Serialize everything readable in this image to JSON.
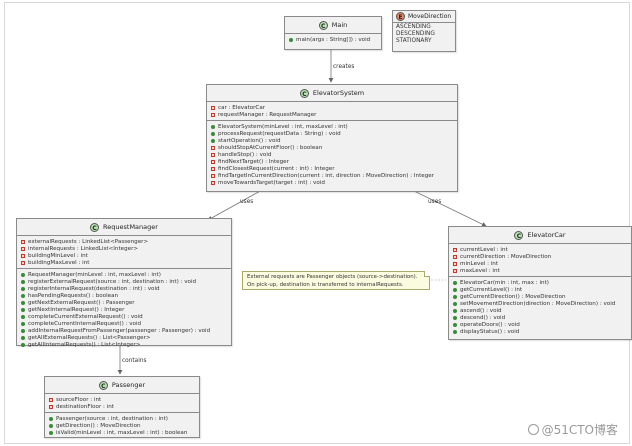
{
  "classes": {
    "main": {
      "name": "Main",
      "methods": [
        "main(args : String[]) : void"
      ]
    },
    "elevator_system": {
      "name": "ElevatorSystem",
      "fields": [
        "car : ElevatorCar",
        "requestManager : RequestManager"
      ],
      "methods": [
        "ElevatorSystem(minLevel : int, maxLevel : int)",
        "processRequest(requestData : String) : void",
        "startOperation() : void",
        "shouldStopAtCurrentFloor() : boolean",
        "handleStop() : void",
        "findNextTarget() : Integer",
        "findClosestRequest(current : int) : Integer",
        "findTargetInCurrentDirection(current : int, direction : MoveDirection) : Integer",
        "moveTowardsTarget(target : int) : void"
      ],
      "method_vis": [
        "pub",
        "pub",
        "pub",
        "priv",
        "priv",
        "priv",
        "priv",
        "priv",
        "priv"
      ]
    },
    "request_manager": {
      "name": "RequestManager",
      "fields": [
        "externalRequests : LinkedList<Passenger>",
        "internalRequests : LinkedList<Integer>",
        "buildingMinLevel : int",
        "buildingMaxLevel : int"
      ],
      "methods": [
        "RequestManager(minLevel : int, maxLevel : int)",
        "registerExternalRequest(source : int, destination : int) : void",
        "registerInternalRequest(destination : int) : void",
        "hasPendingRequests() : boolean",
        "getNextExternalRequest() : Passenger",
        "getNextInternalRequest() : Integer",
        "completeCurrentExternalRequest() : void",
        "completeCurrentInternalRequest() : void",
        "addInternalRequestFromPassenger(passenger : Passenger) : void",
        "getAllExternalRequests() : List<Passenger>",
        "getAllInternalRequests() : List<Integer>"
      ]
    },
    "elevator_car": {
      "name": "ElevatorCar",
      "fields": [
        "currentLevel : int",
        "currentDirection : MoveDirection",
        "minLevel : int",
        "maxLevel : int"
      ],
      "methods": [
        "ElevatorCar(min : int, max : int)",
        "getCurrentLevel() : int",
        "getCurrentDirection() : MoveDirection",
        "setMovementDirection(direction : MoveDirection) : void",
        "ascend() : void",
        "descend() : void",
        "operateDoors() : void",
        "displayStatus() : void"
      ]
    },
    "passenger": {
      "name": "Passenger",
      "fields": [
        "sourceFloor : int",
        "destinationFloor : int"
      ],
      "methods": [
        "Passenger(source : int, destination : int)",
        "getDirection() : MoveDirection",
        "isValid(minLevel : int, maxLevel : int) : boolean"
      ]
    }
  },
  "enum": {
    "name": "MoveDirection",
    "values": [
      "ASCENDING",
      "DESCENDING",
      "STATIONARY"
    ]
  },
  "edges": {
    "creates": "creates",
    "uses_left": "uses",
    "uses_right": "uses",
    "contains": "contains"
  },
  "note": {
    "line1": "External requests are Passenger objects (source->destination).",
    "line2": "On pick-up, destination is transferred to internalRequests."
  },
  "badges": {
    "class": "C",
    "enum": "E"
  },
  "watermark": "@51CTO博客",
  "colors": {
    "class_badge": "#b7e4b1",
    "enum_badge": "#e8896a",
    "private": "#c0392b",
    "public": "#3a8a3a",
    "note_bg": "#fbfbe0"
  }
}
